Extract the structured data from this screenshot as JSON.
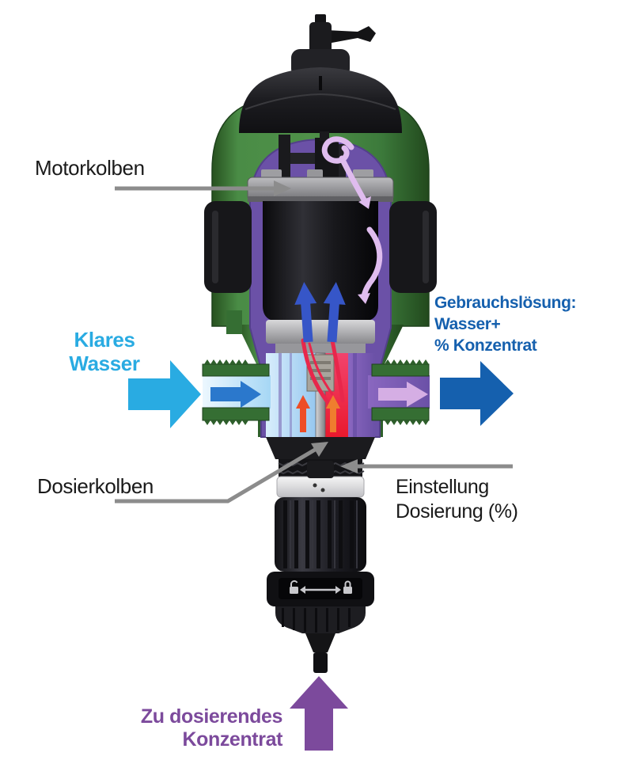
{
  "labels": {
    "motorkolben": "Motorkolben",
    "klares_wasser": {
      "line1": "Klares",
      "line2": "Wasser"
    },
    "gebrauchsloesung": {
      "line1": "Gebrauchslösung:",
      "line2": "Wasser+",
      "line3": "% Konzentrat"
    },
    "dosierkolben": "Dosierkolben",
    "einstellung": {
      "line1": "Einstellung",
      "line2": "Dosierung (%)"
    },
    "konzentrat": {
      "line1": "Zu dosierendes",
      "line2": "Konzentrat"
    }
  },
  "colors": {
    "clear_water_cyan": "#29ABE2",
    "solution_blue": "#1560AE",
    "concentrate_purple": "#7C4A9C",
    "interior_purple": "#6B51A7",
    "mix_lavender": "#D5AEE4",
    "pointer_gray": "#8C8C8C",
    "body_green": "#41813F",
    "body_green_dark": "#2A5829",
    "concentrate_red": "#EC1C2F",
    "concentrate_pink": "#F2436C",
    "inlet_water_light": "#BFE2F8"
  },
  "icons": {
    "lock_band": [
      "unlock-icon",
      "double-arrow-icon",
      "lock-icon"
    ],
    "flow": [
      "clear-water-right-arrow",
      "solution-right-arrow",
      "concentrate-up-arrow"
    ]
  }
}
